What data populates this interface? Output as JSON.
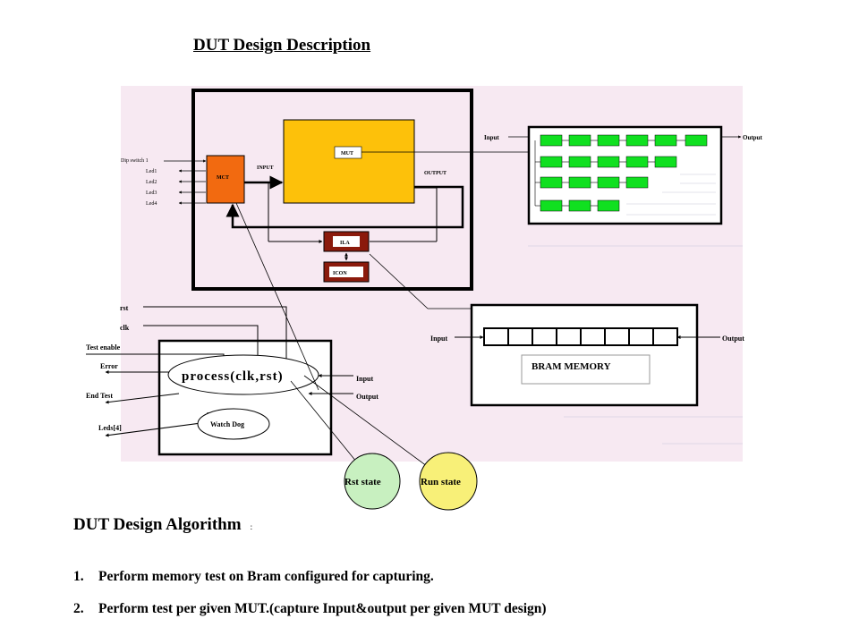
{
  "page": {
    "title": "DUT Design Description"
  },
  "diagram": {
    "top": {
      "dip_switch": "Dip switch 1",
      "leds": [
        "Led1",
        "Led2",
        "Led3",
        "Led4"
      ],
      "mct": "MCT",
      "input": "INPUT",
      "output": "OUTPUT",
      "mut": "MUT",
      "ila": "ILA",
      "icon": "ICON"
    },
    "mut_detail": {
      "input": "Input",
      "output": "Output"
    },
    "bram": {
      "input": "Input",
      "output": "Output",
      "label": "BRAM MEMORY",
      "cells": 8
    },
    "process": {
      "rst": "rst",
      "clk": "clk",
      "test_enable": "Test enable",
      "error": "Error",
      "end_test": "End Test",
      "leds": "Leds[4]",
      "process_label": "process(clk,rst)",
      "input": "Input",
      "output": "Output",
      "watchdog": "Watch Dog"
    },
    "states": {
      "rst_state": "Rst state",
      "run_state": "Run state"
    },
    "colors": {
      "background_panel": "#f7e9f2",
      "mut_block": "#fdc10a",
      "mct_block": "#f26a10",
      "ila_block": "#8b1a0c",
      "green_cell": "#10e020",
      "rst_state_fill": "#c8f0c0",
      "run_state_fill": "#f8f078"
    }
  },
  "algorithm": {
    "title": "DUT Design Algorithm",
    "colon": ":",
    "steps": [
      {
        "num": "1.",
        "text": "Perform memory test on Bram configured for capturing."
      },
      {
        "num": "2.",
        "text": "Perform test per given MUT.(capture Input&output per given MUT design)"
      }
    ]
  }
}
